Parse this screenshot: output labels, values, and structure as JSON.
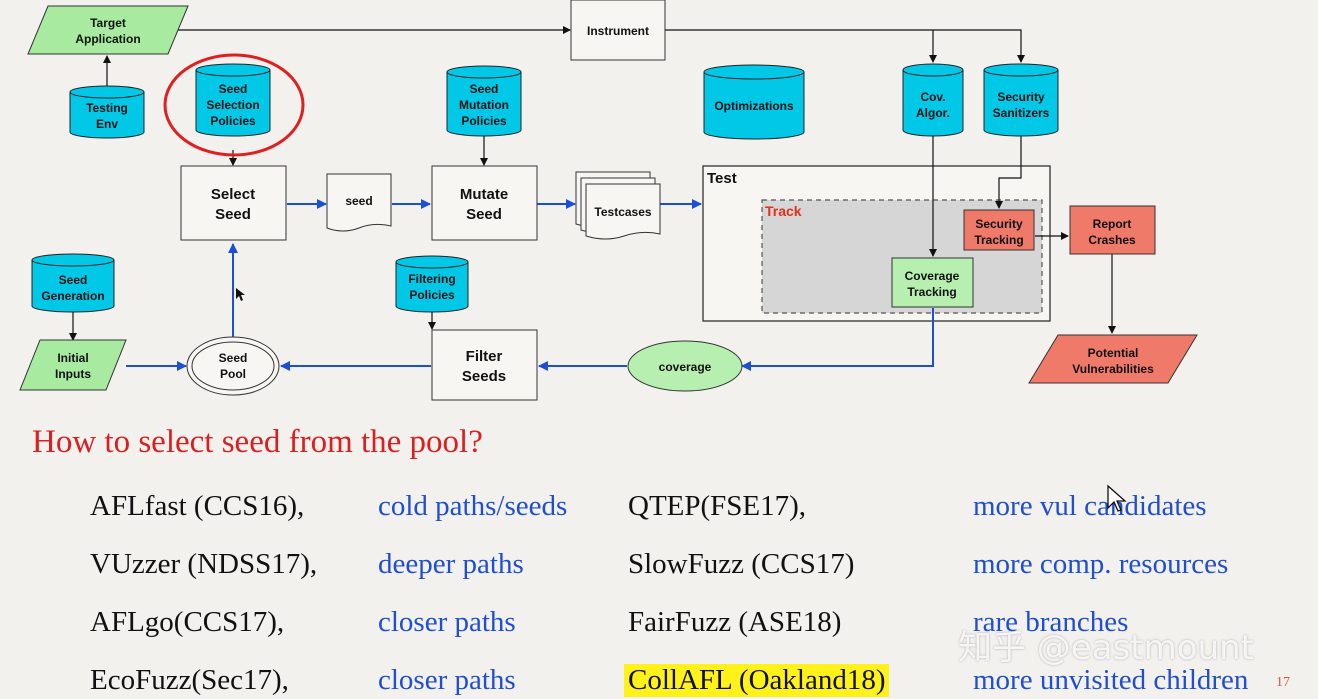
{
  "diagram": {
    "target_application": [
      "Target",
      "Application"
    ],
    "instrument": "Instrument",
    "testing_env": [
      "Testing",
      "Env"
    ],
    "seed_selection_policies": [
      "Seed",
      "Selection",
      "Policies"
    ],
    "seed_mutation_policies": [
      "Seed",
      "Mutation",
      "Policies"
    ],
    "optimizations": "Optimizations",
    "cov_algor": [
      "Cov.",
      "Algor."
    ],
    "security_sanitizers": [
      "Security",
      "Sanitizers"
    ],
    "select_seed": [
      "Select",
      "Seed"
    ],
    "seed_doc": "seed",
    "mutate_seed": [
      "Mutate",
      "Seed"
    ],
    "testcases": "Testcases",
    "test_label": "Test",
    "track_label": "Track",
    "security_tracking": [
      "Security",
      "Tracking"
    ],
    "report_crashes": [
      "Report",
      "Crashes"
    ],
    "coverage_tracking": [
      "Coverage",
      "Tracking"
    ],
    "seed_generation": [
      "Seed",
      "Generation"
    ],
    "filtering_policies": [
      "Filtering",
      "Policies"
    ],
    "initial_inputs": [
      "Initial",
      "Inputs"
    ],
    "seed_pool": [
      "Seed",
      "Pool"
    ],
    "filter_seeds": [
      "Filter",
      "Seeds"
    ],
    "coverage_oval": "coverage",
    "potential_vulnerabilities": [
      "Potential",
      "Vulnerabilities"
    ],
    "colors": {
      "cylinder": "#00c8e6",
      "parallelogram": "#a8eba0",
      "red_box": "#f07a6a",
      "green_box": "#b6efb0",
      "arrow_blue": "#1b4fd6",
      "circle_red": "#e02020"
    }
  },
  "question": "How to select seed from the pool?",
  "rows": [
    {
      "method": "AFLfast (CCS16),",
      "desc": "cold paths/seeds",
      "method2": "QTEP(FSE17),",
      "desc2": "more vul candidates"
    },
    {
      "method": "VUzzer (NDSS17),",
      "desc": "deeper paths",
      "method2": "SlowFuzz (CCS17)",
      "desc2": "more comp. resources"
    },
    {
      "method": "AFLgo(CCS17),",
      "desc": "closer paths",
      "method2": "FairFuzz (ASE18)",
      "desc2": "rare branches"
    },
    {
      "method": "EcoFuzz(Sec17),",
      "desc": "closer paths",
      "method2": "CollAFL (Oakland18)",
      "desc2": "more unvisited children"
    }
  ],
  "watermark": "知乎 @eastmount",
  "page_number": "17"
}
